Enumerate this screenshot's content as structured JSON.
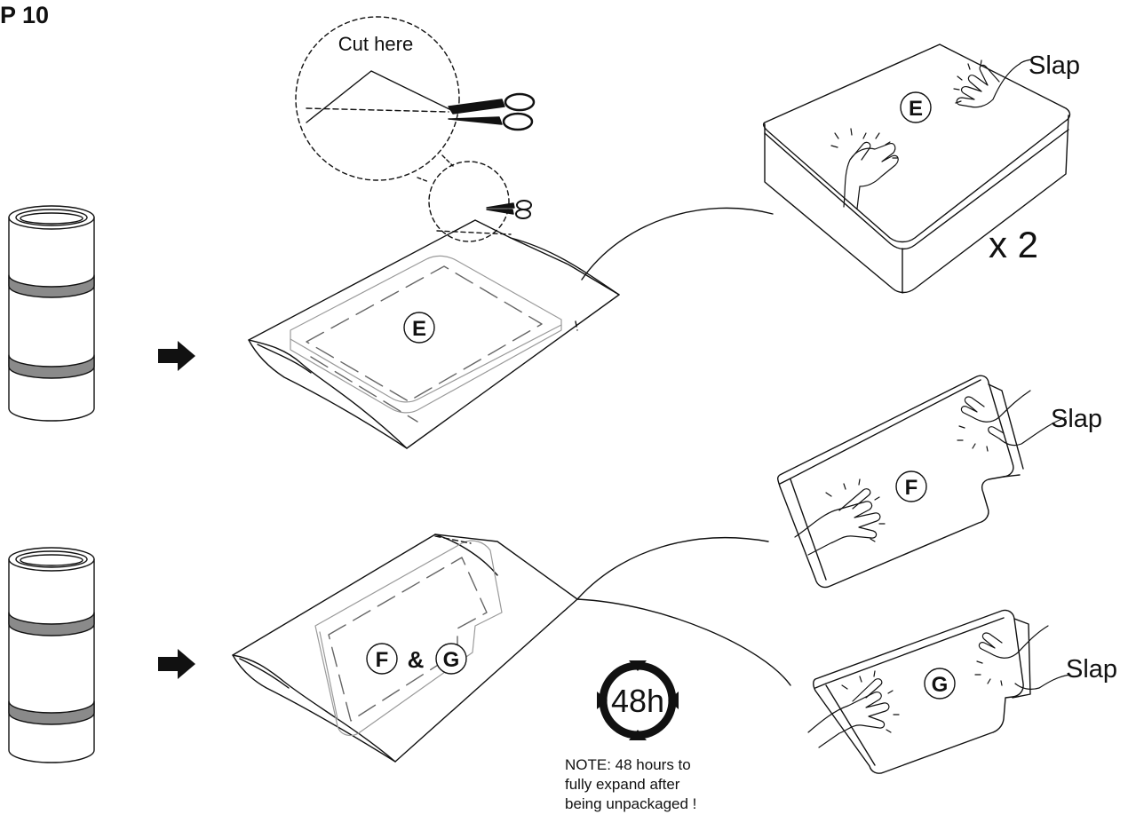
{
  "step": {
    "title": "P 10"
  },
  "cut": {
    "label": "Cut here"
  },
  "parts": {
    "e": "E",
    "f": "F",
    "g": "G",
    "and": "&"
  },
  "slap_label": "Slap",
  "multiplier": "x 2",
  "timer": {
    "label": "48h"
  },
  "note": {
    "line1": "NOTE: 48 hours to",
    "line2": "fully expand after",
    "line3": "being unpackaged !"
  },
  "icons": {
    "arrow": "right-arrow-icon",
    "scissors": "scissors-icon",
    "hand": "hand-icon",
    "clock": "clock-icon"
  },
  "colors": {
    "line": "#111111",
    "band": "#8a8a8a",
    "faint": "#9a9a9a"
  }
}
